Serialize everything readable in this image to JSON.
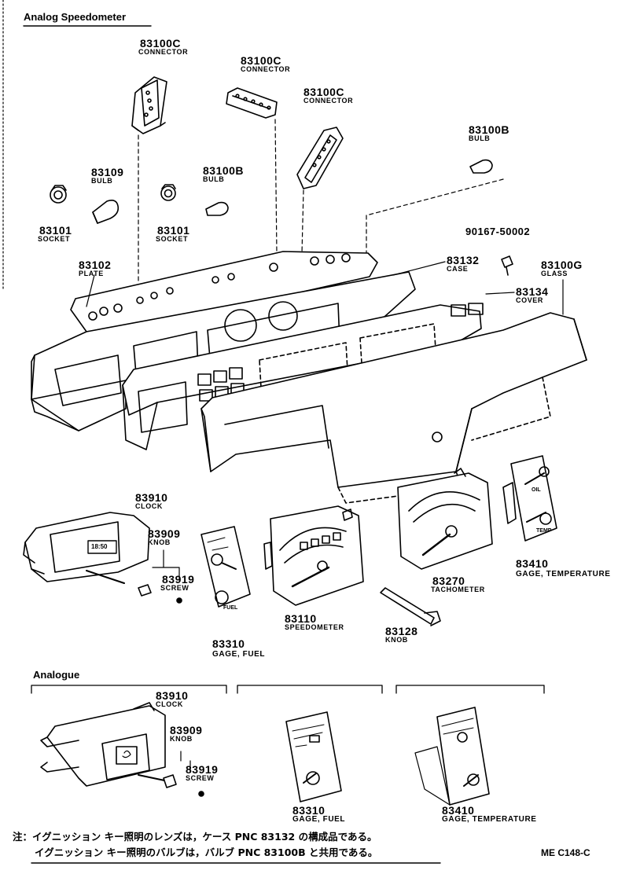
{
  "sections": {
    "top_title": "Analog Speedometer",
    "bottom_title": "Analogue"
  },
  "parts": {
    "connector_a": {
      "number": "83100C",
      "name": "CONNECTOR"
    },
    "connector_b": {
      "number": "83100C",
      "name": "CONNECTOR"
    },
    "connector_c": {
      "number": "83100C",
      "name": "CONNECTOR"
    },
    "bulb_83109": {
      "number": "83109",
      "name": "BULB"
    },
    "bulb_83100b_left": {
      "number": "83100B",
      "name": "BULB"
    },
    "bulb_83100b_right": {
      "number": "83100B",
      "name": "BULB"
    },
    "socket_a": {
      "number": "83101",
      "name": "SOCKET"
    },
    "socket_b": {
      "number": "83101",
      "name": "SOCKET"
    },
    "screw_90167": {
      "number": "90167-50002"
    },
    "plate": {
      "number": "83102",
      "name": "PLATE"
    },
    "case": {
      "number": "83132",
      "name": "CASE"
    },
    "glass": {
      "number": "83100G",
      "name": "GLASS"
    },
    "cover": {
      "number": "83134",
      "name": "COVER"
    },
    "clock_top": {
      "number": "83910",
      "name": "CLOCK"
    },
    "knob_top": {
      "number": "83909",
      "name": "KNOB"
    },
    "screw_top": {
      "number": "83919",
      "name": "SCREW"
    },
    "fuel_top": {
      "number": "83310",
      "name": "GAGE, FUEL"
    },
    "speedometer": {
      "number": "83110",
      "name": "SPEEDOMETER"
    },
    "tachometer": {
      "number": "83270",
      "name": "TACHOMETER"
    },
    "temp_top": {
      "number": "83410",
      "name": "GAGE, TEMPERATURE"
    },
    "knob_83128": {
      "number": "83128",
      "name": "KNOB"
    },
    "clock_bottom": {
      "number": "83910",
      "name": "CLOCK"
    },
    "knob_bottom": {
      "number": "83909",
      "name": "KNOB"
    },
    "screw_bottom": {
      "number": "83919",
      "name": "SCREW"
    },
    "fuel_bottom": {
      "number": "83310",
      "name": "GAGE, FUEL"
    },
    "temp_bottom": {
      "number": "83410",
      "name": "GAGE, TEMPERATURE"
    }
  },
  "dial_text": {
    "clock_display": "18:50",
    "oil": "OIL",
    "temp": "TEMP",
    "fuel": "FUEL"
  },
  "notes": {
    "line1": "注：イグニッション キー照明のレンズは，ケース PNC 83132 の構成品である。",
    "line2": "イグニッション キー照明のバルブは，バルブ PNC 83100B と共用である。"
  },
  "figure_code": "ME C148-C"
}
